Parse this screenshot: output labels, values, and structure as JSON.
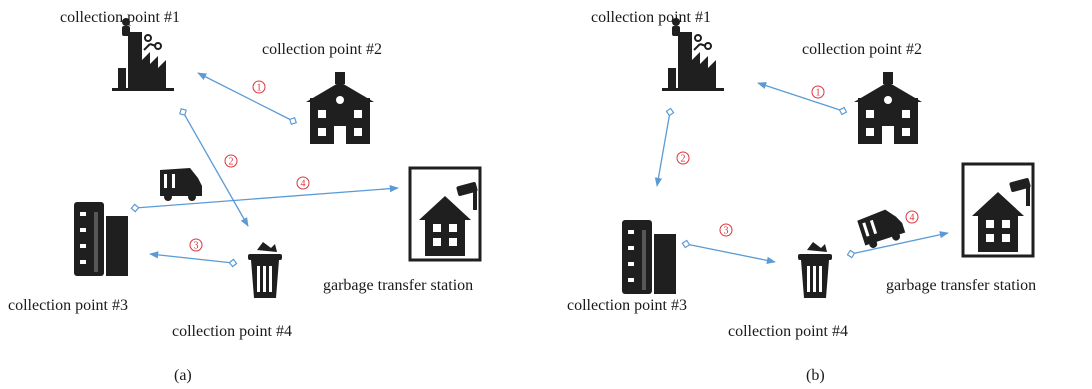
{
  "panels": [
    {
      "caption": "(a)",
      "nodes": {
        "cp1": "collection point #1",
        "cp2": "collection point #2",
        "cp3": "collection point #3",
        "cp4": "collection point #4",
        "station": "garbage transfer station"
      },
      "routes": [
        {
          "step": "1",
          "from": "collection point #2",
          "to": "collection point #1"
        },
        {
          "step": "2",
          "from": "collection point #1",
          "to": "collection point #4"
        },
        {
          "step": "3",
          "from": "collection point #4",
          "to": "collection point #3"
        },
        {
          "step": "4",
          "from": "collection point #3",
          "to": "garbage transfer station"
        }
      ]
    },
    {
      "caption": "(b)",
      "nodes": {
        "cp1": "collection point #1",
        "cp2": "collection point #2",
        "cp3": "collection point #3",
        "cp4": "collection point #4",
        "station": "garbage transfer station"
      },
      "routes": [
        {
          "step": "1",
          "from": "collection point #2",
          "to": "collection point #1"
        },
        {
          "step": "2",
          "from": "collection point #1",
          "to": "collection point #3"
        },
        {
          "step": "3",
          "from": "collection point #3",
          "to": "collection point #4"
        },
        {
          "step": "4",
          "from": "collection point #4",
          "to": "garbage transfer station"
        }
      ]
    }
  ],
  "colors": {
    "arrow": "#5b9bd5",
    "step_marker": "#d9363e",
    "icon": "#1f1f1f"
  },
  "icons": {
    "cp1": "factory-icon",
    "cp2": "school-building-icon",
    "cp3": "office-building-icon",
    "cp4": "trash-can-icon",
    "station": "transfer-station-icon",
    "vehicle": "garbage-truck-icon"
  }
}
